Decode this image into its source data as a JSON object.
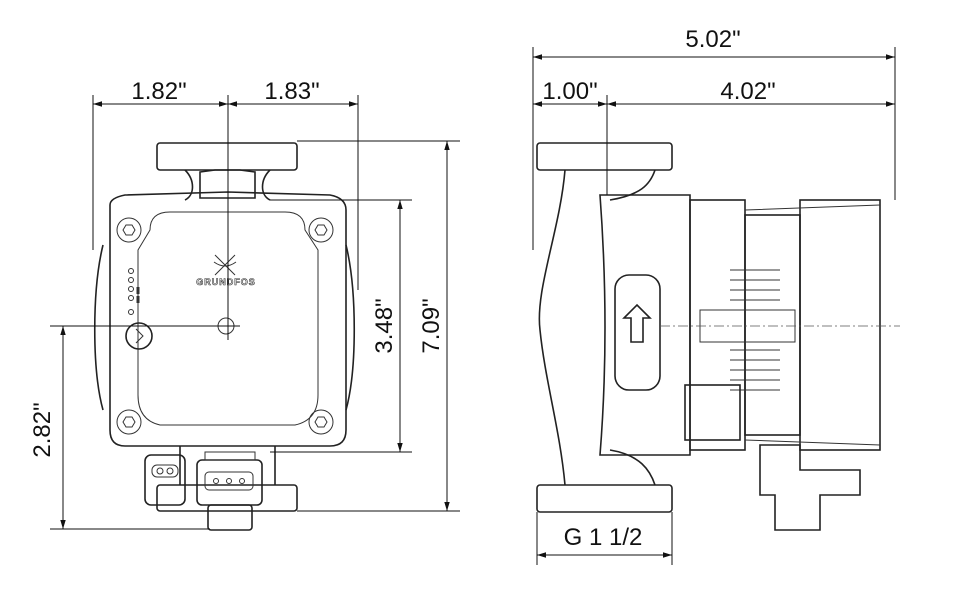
{
  "front_view": {
    "dim_left_half": "1.82\"",
    "dim_right_half": "1.83\"",
    "dim_height_total": "7.09\"",
    "dim_control_box_height": "3.48\"",
    "dim_center_to_base": "2.82\"",
    "logo": "GRUNDFOS"
  },
  "side_view": {
    "dim_total_length": "5.02\"",
    "dim_flange_to_axis": "1.00\"",
    "dim_axis_to_end": "4.02\"",
    "thread_size": "G 1 1/2"
  },
  "colors": {
    "line": "#222222",
    "background": "#ffffff"
  }
}
